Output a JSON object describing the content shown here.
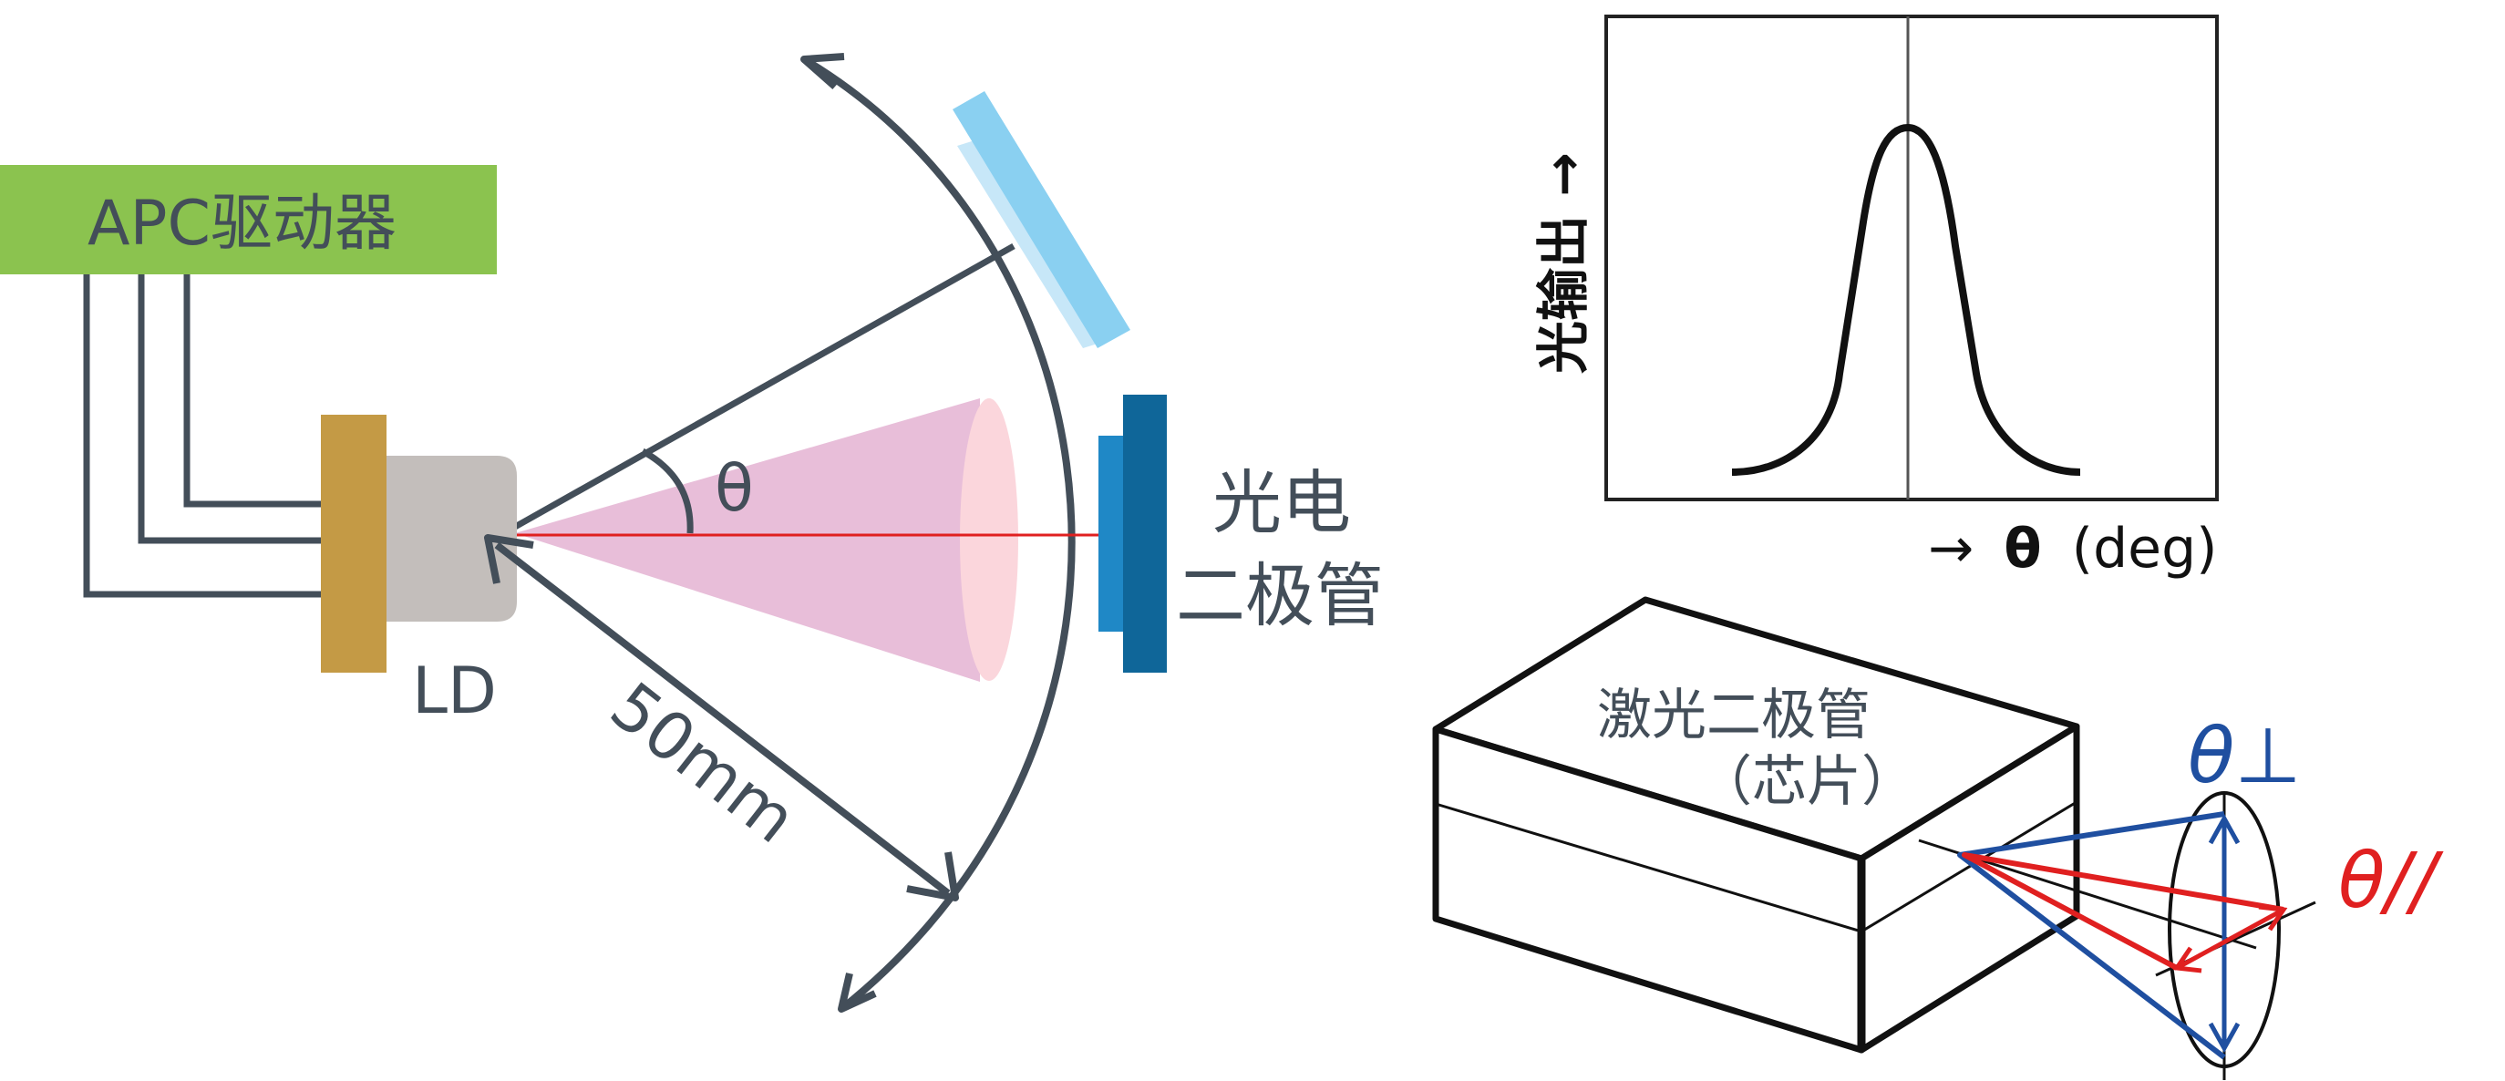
{
  "labels": {
    "apc_driver": "APC驱动器",
    "ld": "LD",
    "theta": "θ",
    "distance": "50mm",
    "photodiode_line1": "光电",
    "photodiode_line2": "二极管",
    "laser_chip_line1": "激光二极管",
    "laser_chip_line2": "（芯片）",
    "theta_perp": "θ⊥",
    "theta_parallel": "θ//"
  },
  "graph": {
    "ylabel": "光输出 →",
    "xlabel_arrow": "→",
    "xlabel_symbol": "θ",
    "xlabel_unit": "(deg)"
  },
  "colors": {
    "apc_green": "#8bc34f",
    "ld_gold": "#c49a45",
    "ld_body": "#c3bebb",
    "beam_pink": "#e8bed9",
    "beam_end": "#fbd6dc",
    "detector_dark": "#0f6699",
    "detector_mid": "#1f88c6",
    "detector_light": "#8ad0f1",
    "detector_pale": "#c7e7f8",
    "wire": "#434e59",
    "red": "#e02020",
    "blue": "#1f4fa0"
  }
}
